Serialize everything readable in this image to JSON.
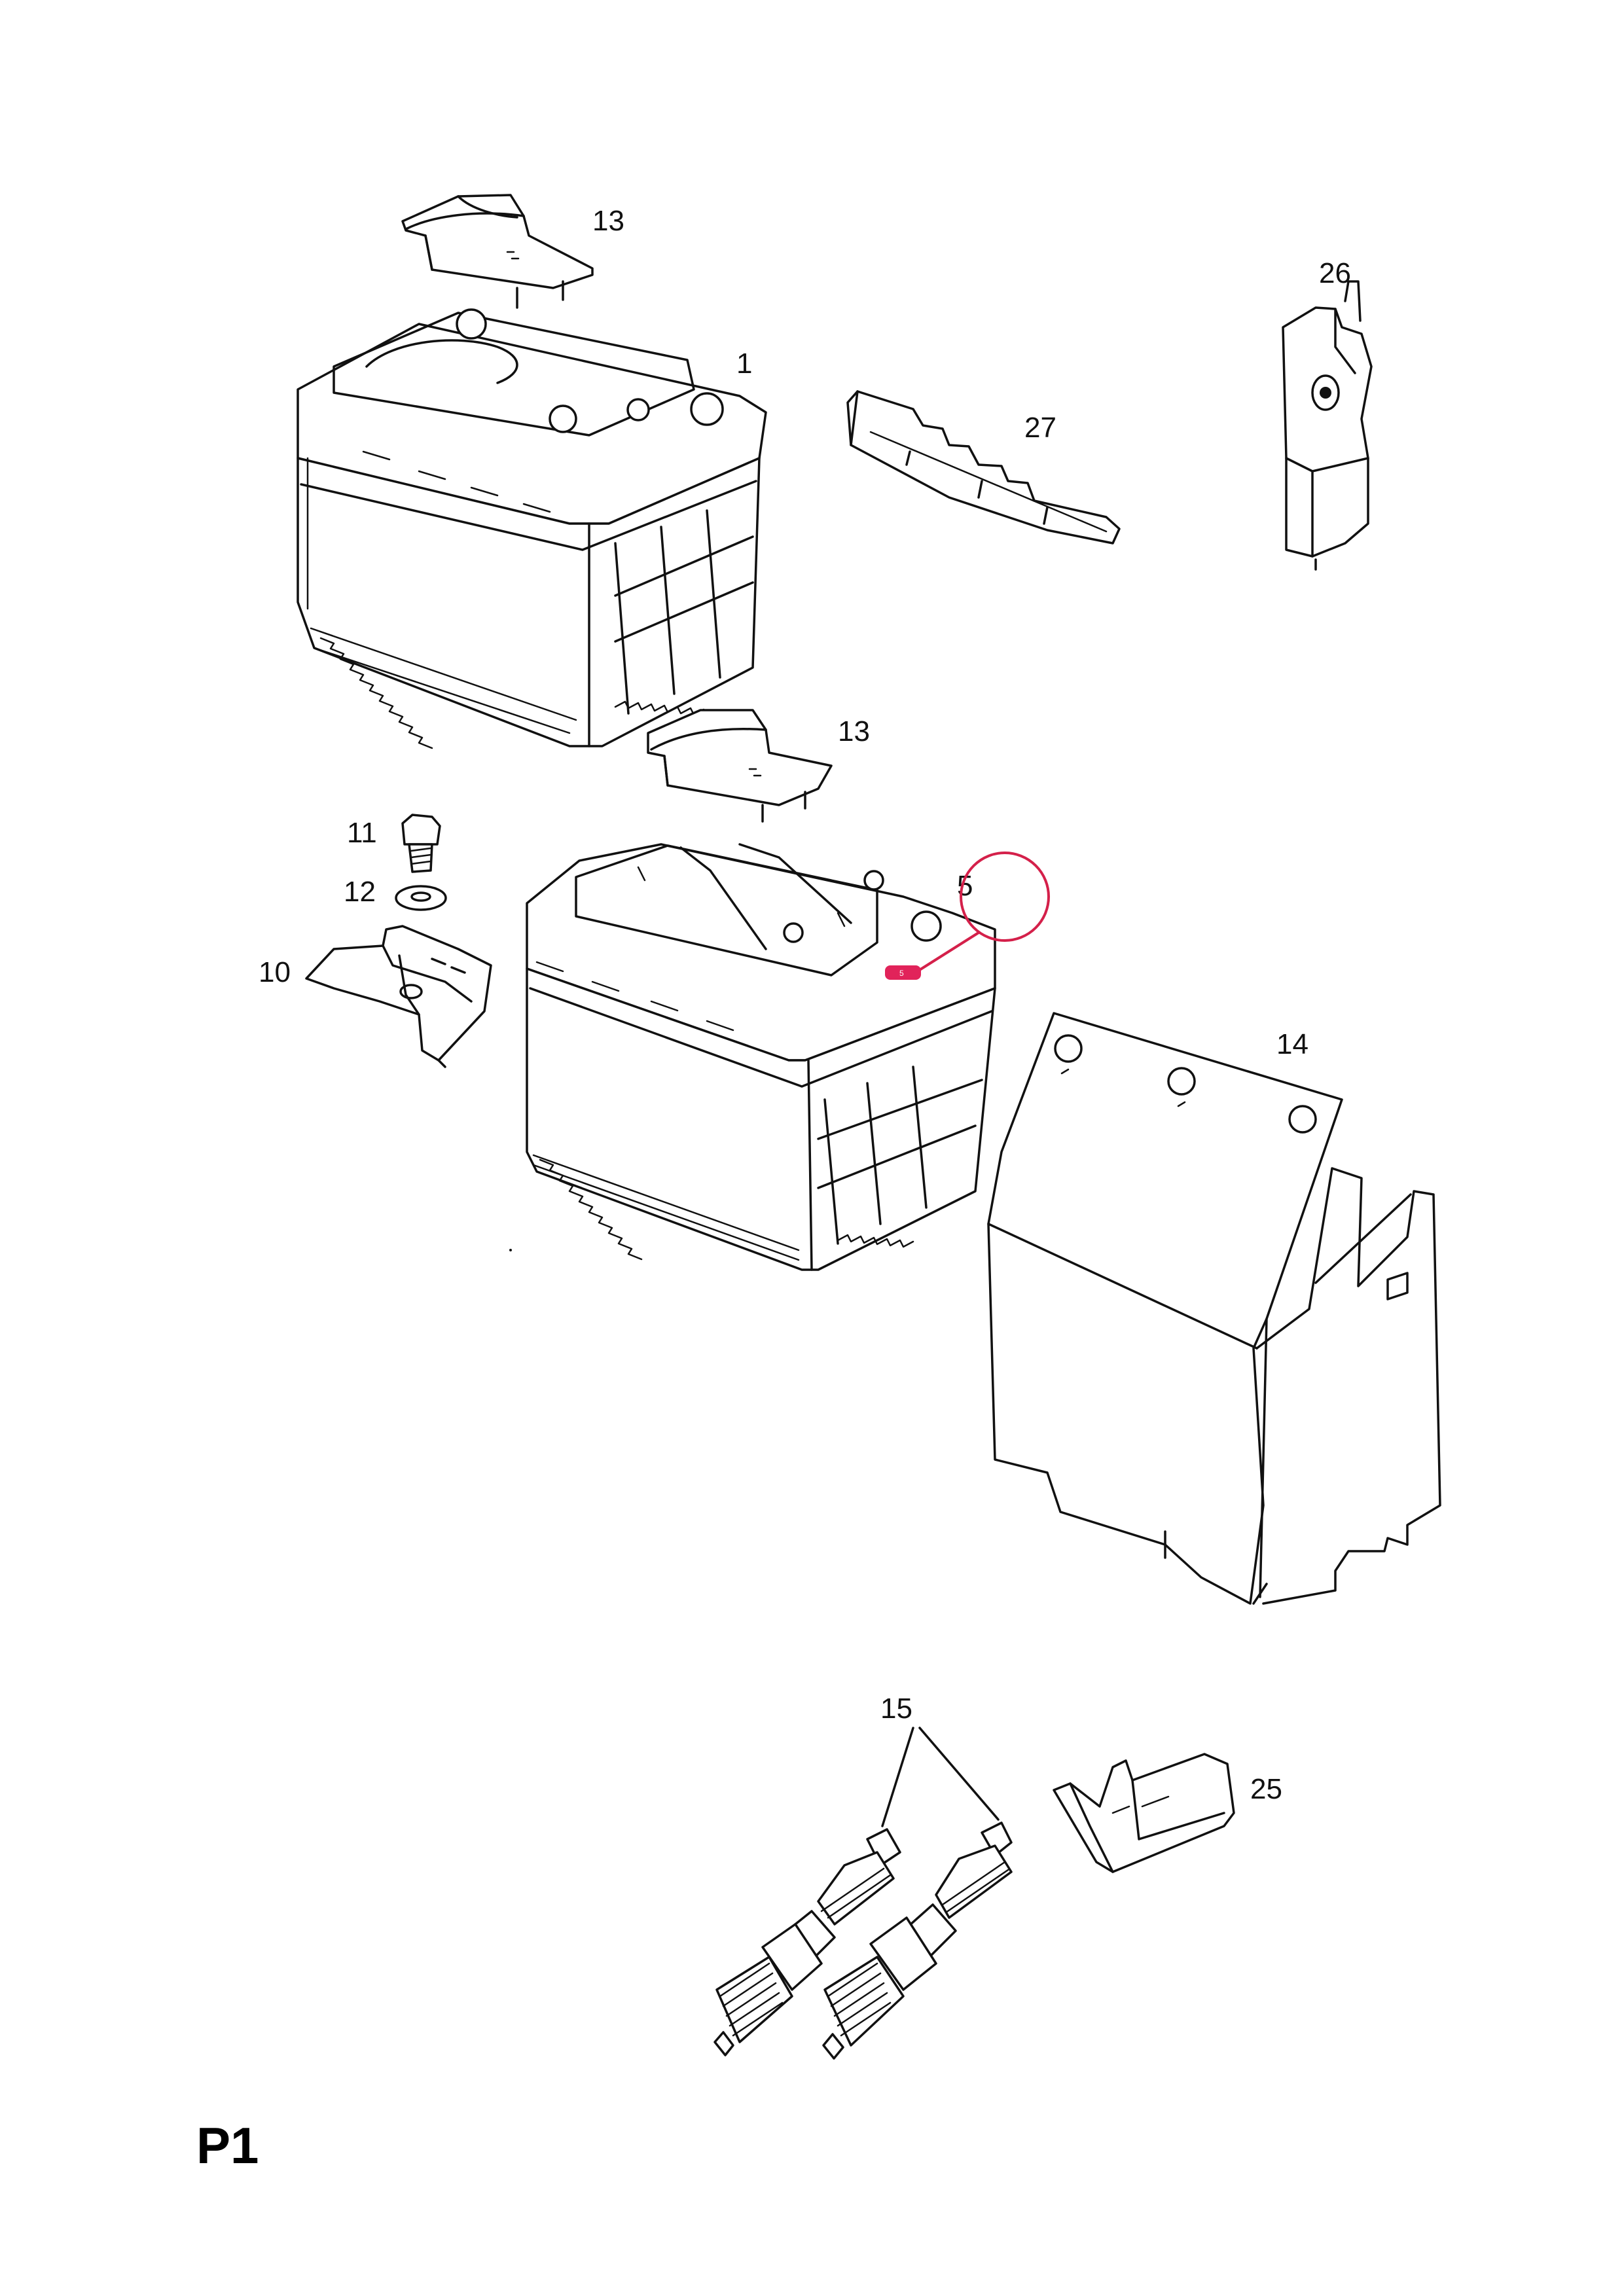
{
  "page": {
    "code": "P1"
  },
  "callouts": {
    "battery_top": "1",
    "cover_top": "13",
    "cover_mid": "13",
    "sensor": "26",
    "strip": "27",
    "bolt": "11",
    "washer": "12",
    "clamp": "10",
    "tray": "14",
    "spark_plugs": "15",
    "clip": "25",
    "battery_mid_partial": "5"
  },
  "highlight": {
    "color": "#d4204a",
    "marker_text": "5"
  }
}
